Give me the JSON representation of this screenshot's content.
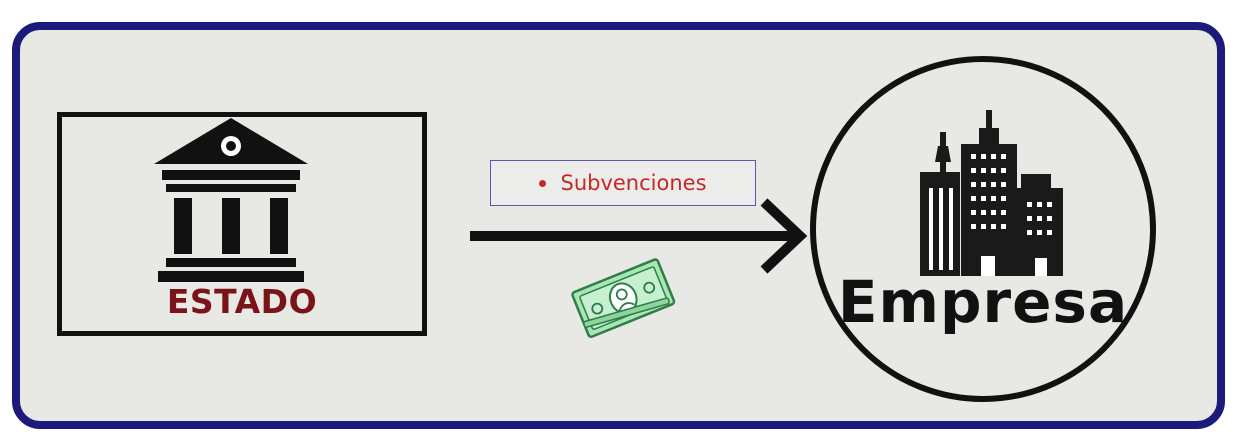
{
  "diagram": {
    "source": {
      "label": "ESTADO",
      "icon": "government-building-icon",
      "label_color": "#7b1418"
    },
    "flow": {
      "items": [
        "Subvenciones"
      ],
      "text_color": "#c62828",
      "icon": "banknote-icon"
    },
    "target": {
      "label": "Empresa",
      "icon": "city-buildings-icon"
    },
    "frame_color": "#1c1a7a",
    "background_color": "#e8e8e4"
  }
}
